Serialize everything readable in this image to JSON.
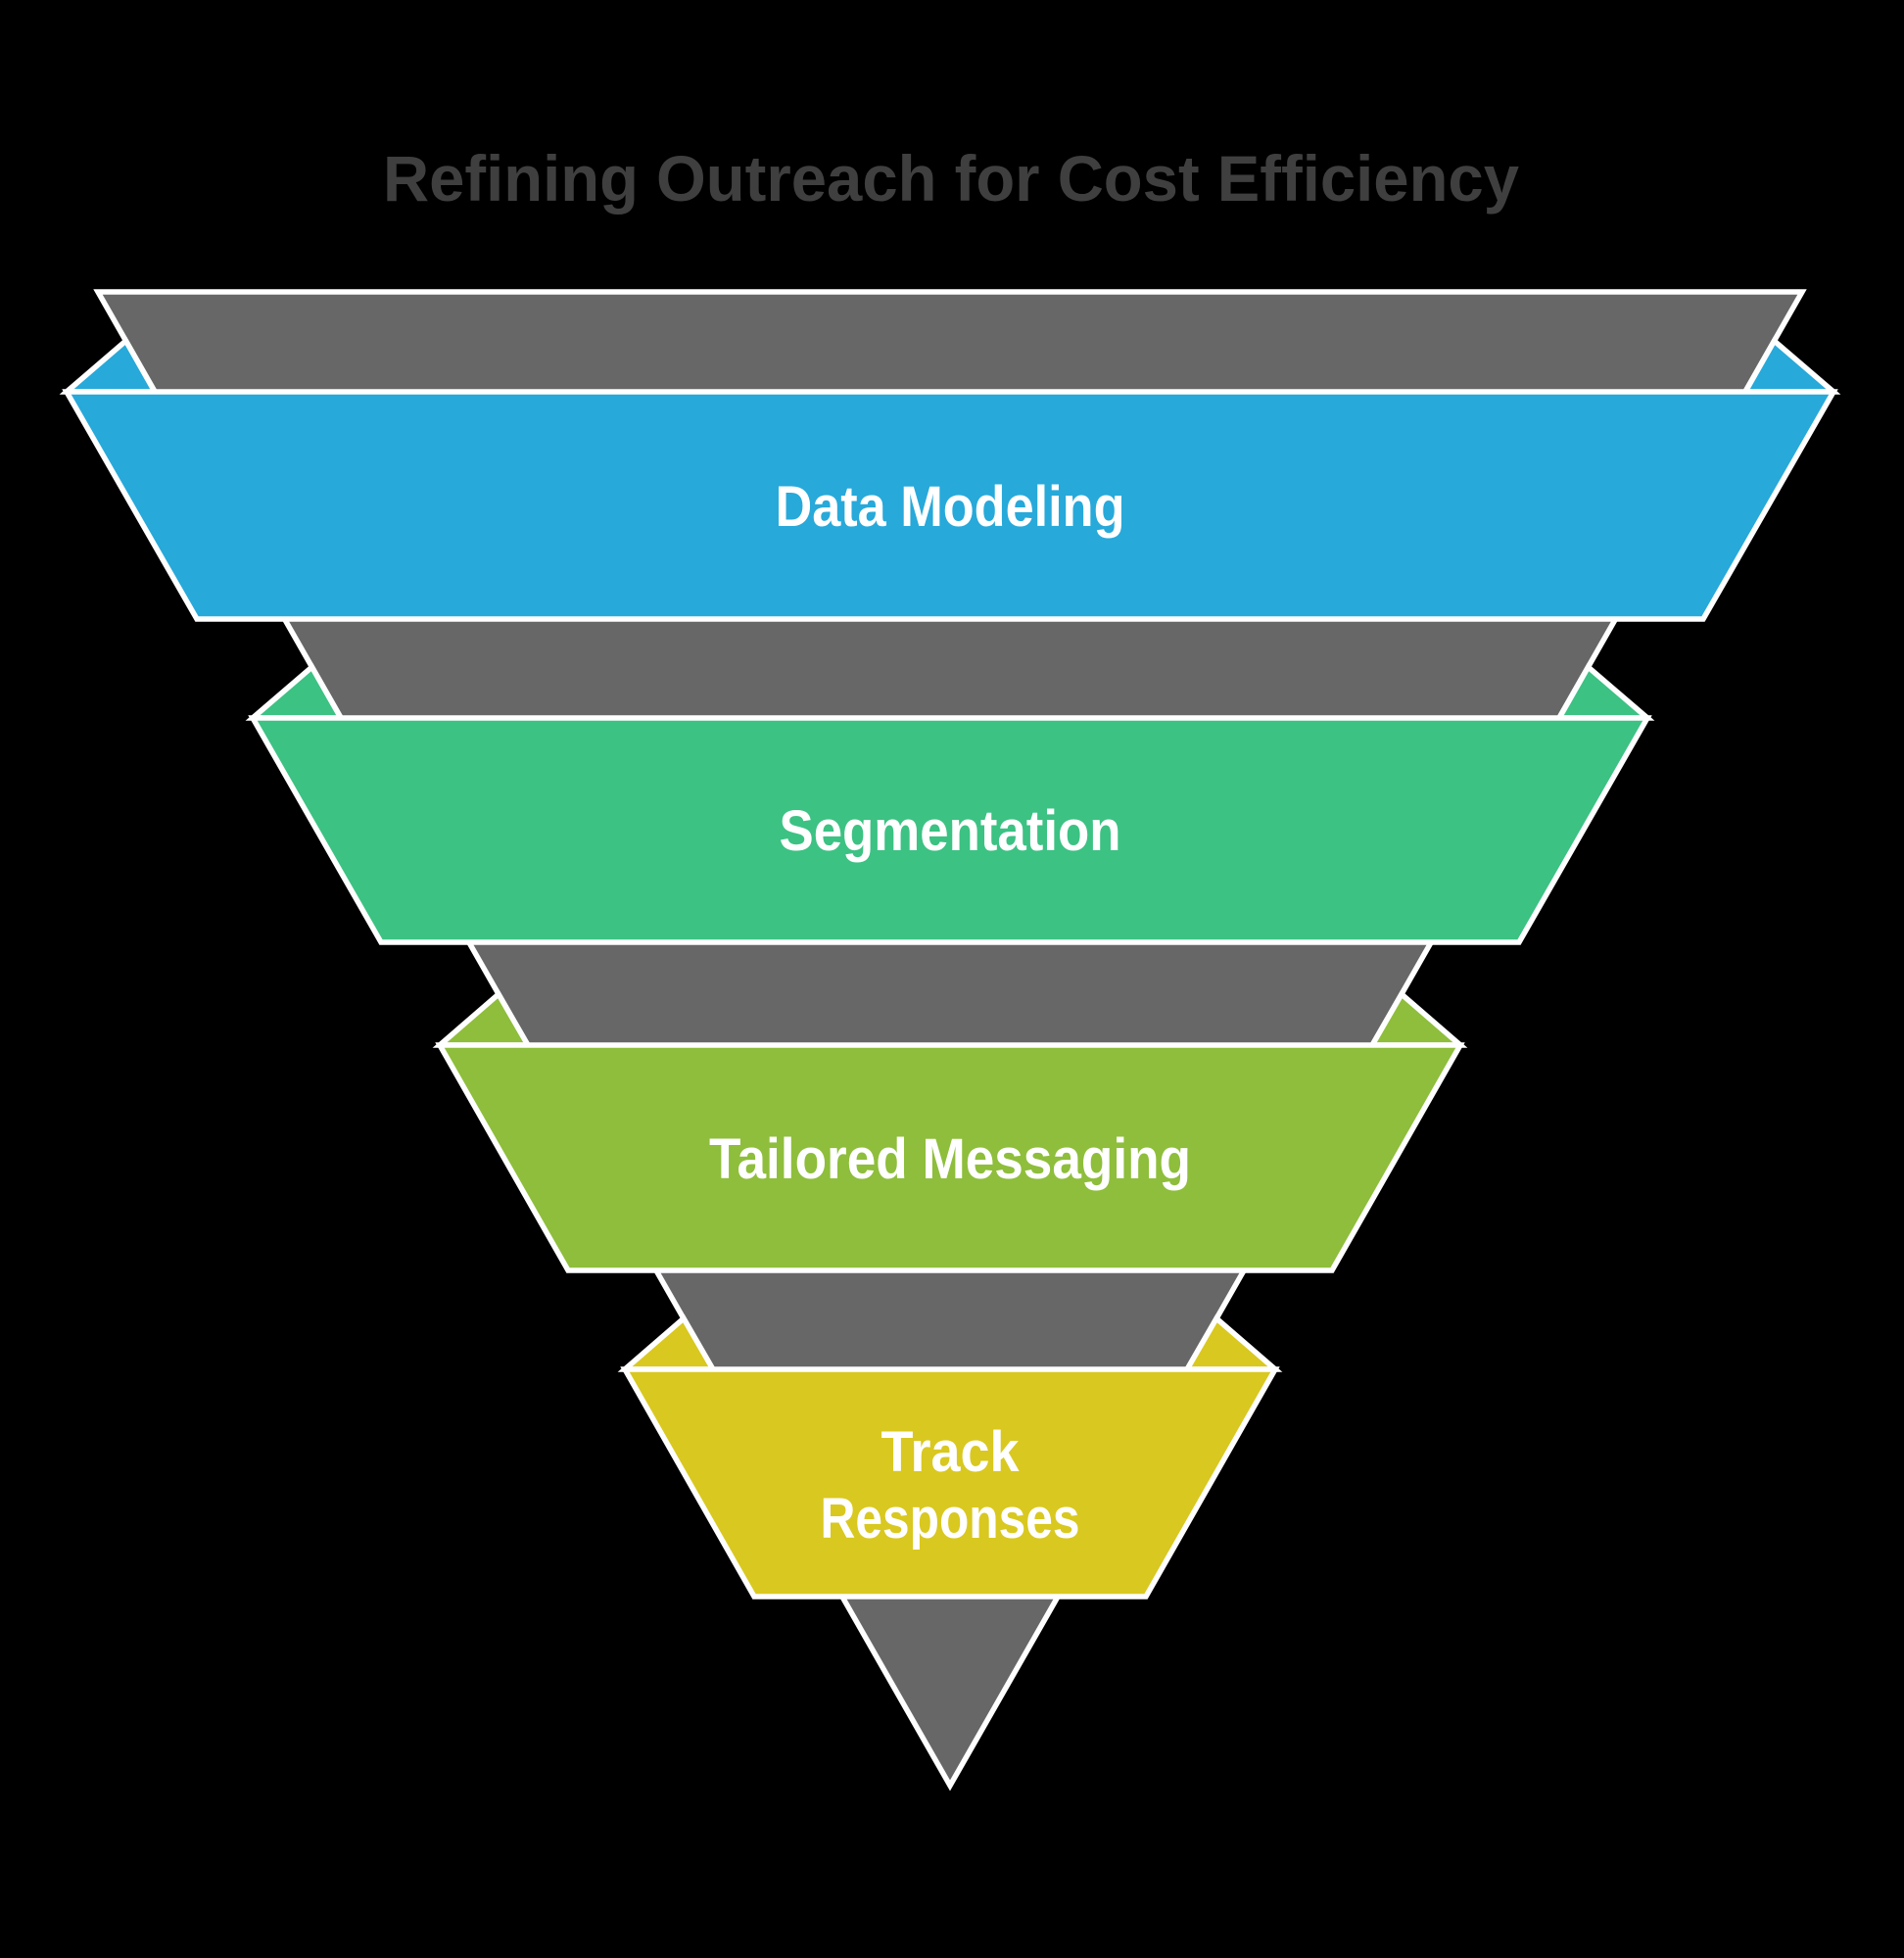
{
  "title": "Refining Outreach for Cost Efficiency",
  "title_color": "#3f3f3f",
  "background_color": "#000000",
  "outline_color": "#ffffff",
  "label_color": "#ffffff",
  "funnel": {
    "description": "inverted-funnel",
    "color": "#676767"
  },
  "stages": [
    {
      "label": "Data Modeling",
      "color": "#27a9da"
    },
    {
      "label": "Segmentation",
      "color": "#3cc283"
    },
    {
      "label": "Tailored Messaging",
      "color": "#8ebe3b"
    },
    {
      "label": "Track Responses",
      "lines": [
        "Track",
        "Responses"
      ],
      "color": "#d9c81f"
    }
  ]
}
